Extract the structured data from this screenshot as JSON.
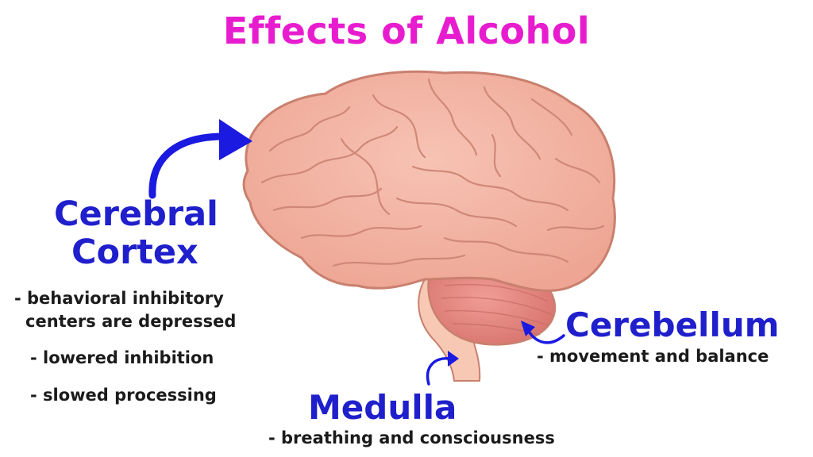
{
  "title": "Effects of Alcohol",
  "colors": {
    "title": "#e81ccf",
    "label": "#1f1fcc",
    "arrow": "#1a1ae0",
    "brain_fill": "#f4b6a6",
    "brain_outline": "#c9806e",
    "cerebellum_fill": "#e88d86",
    "stem_fill": "#f7c8b4",
    "text": "#1b1b1b"
  },
  "cerebral_cortex": {
    "label_line1": "Cerebral",
    "label_line2": "Cortex",
    "effects": [
      "- behavioral inhibitory",
      "centers are depressed",
      "- lowered inhibition",
      "- slowed processing"
    ]
  },
  "cerebellum": {
    "label": "Cerebellum",
    "effect": "- movement and balance"
  },
  "medulla": {
    "label": "Medulla",
    "effect": "- breathing and consciousness"
  },
  "icons": [
    "brain-illustration",
    "curved-arrow-icon"
  ]
}
